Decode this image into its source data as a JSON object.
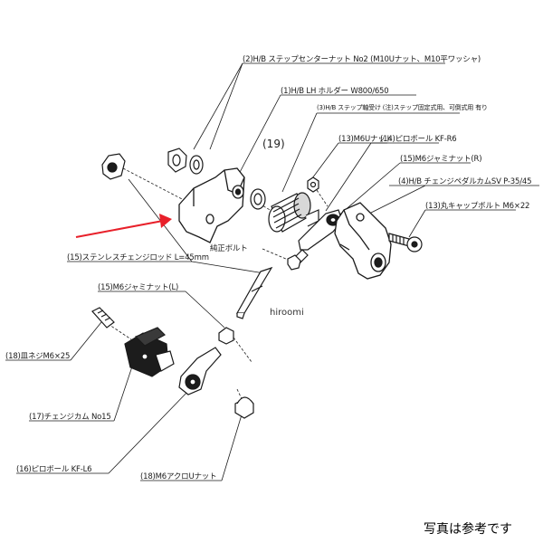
{
  "labels": {
    "p2": "(2)H/B ステップセンターナット No2 (M10Uナット、M10平ワッシャ)",
    "p1": "(1)H/B LH ホルダー W800/650",
    "p3": "(3)H/B ステップ軸受け (注)ステップ固定式用、可倒式用 有り",
    "p19": "(19)",
    "p13a": "(13)M6Uナット",
    "p14": "(14)ピロボール KF-R6",
    "p15a": "(15)M6ジャミナット(R)",
    "p4": "(4)H/B チェンジペダルカムSV P-35/45",
    "p13b": "(13)丸キャップボルト M6×22",
    "bolt": "純正ボルト",
    "p15rod": "(15)ステンレスチェンジロッド L=45mm",
    "p15b": "(15)M6ジャミナット(L)",
    "p18a": "(18)皿ネジM6×25",
    "p17": "(17)チェンジカム No15",
    "p16": "(16)ピロボール KF-L6",
    "p18b": "(18)M6アクロUナット"
  },
  "watermark": "hiroomi",
  "note": "写真は参考です",
  "colors": {
    "arrow": "#e8202a",
    "line": "#1a1a1a",
    "part_fill": "#ffffff",
    "dark_part": "#1c1c1c"
  }
}
